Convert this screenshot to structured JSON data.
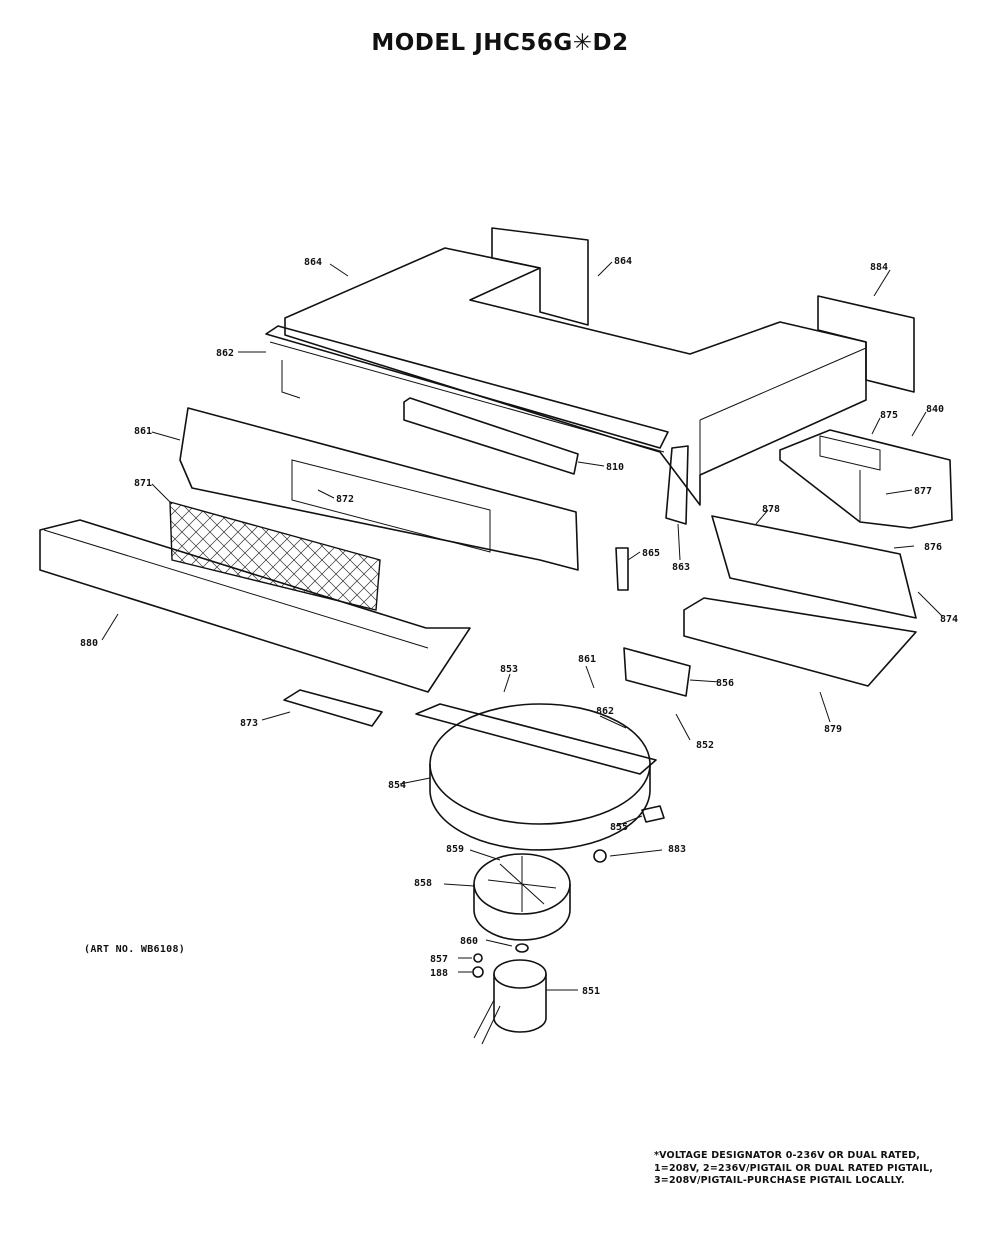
{
  "title": "MODEL JHC56G✳D2",
  "art_number": "(ART NO. WB6108)",
  "footnote": [
    "*VOLTAGE DESIGNATOR 0-236V OR DUAL RATED,",
    "1=208V, 2=236V/PIGTAIL OR DUAL RATED PIGTAIL,",
    "3=208V/PIGTAIL-PURCHASE PIGTAIL LOCALLY."
  ],
  "labels": {
    "l864a": "864",
    "l864b": "864",
    "l864c": "884",
    "l862": "862",
    "l861": "861",
    "l871": "871",
    "l872": "872",
    "l810": "810",
    "l865": "865",
    "l883a": "863",
    "l875": "875",
    "l840": "840",
    "l877": "877",
    "l878": "878",
    "l876": "876",
    "l874": "874",
    "l879": "879",
    "l880": "880",
    "l873": "873",
    "l853": "853",
    "l861b": "861",
    "l856": "856",
    "l862b": "862",
    "l852": "852",
    "l854": "854",
    "l855": "855",
    "l883b": "883",
    "l859": "859",
    "l858": "858",
    "l860": "860",
    "l857": "857",
    "l188": "188",
    "l851": "851"
  }
}
